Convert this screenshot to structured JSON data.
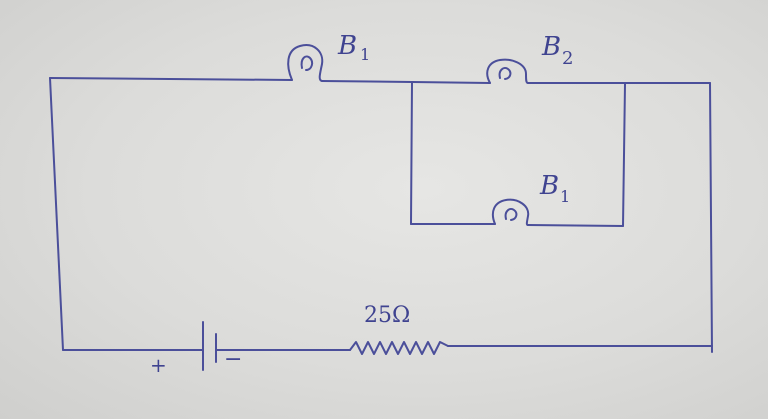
{
  "circuit": {
    "bulb_top_left": {
      "letter": "B",
      "sub": "1"
    },
    "bulb_top_right": {
      "letter": "B",
      "sub": "2"
    },
    "bulb_lower": {
      "letter": "B",
      "sub": "1"
    },
    "resistor_label": "25Ω",
    "battery_plus": "+",
    "battery_minus": "−",
    "ink_color": "#4b4f9a"
  }
}
